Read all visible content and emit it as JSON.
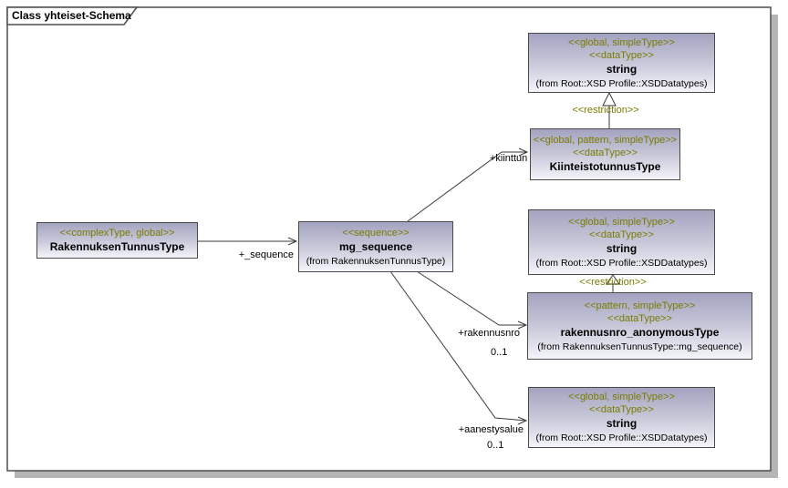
{
  "frame": {
    "title": "Class yhteiset-Schema"
  },
  "boxes": {
    "string_top": {
      "stereotypes": [
        "<<global, simpleType>>",
        "<<dataType>>"
      ],
      "name": "string",
      "from": "(from Root::XSD Profile::XSDDatatypes)"
    },
    "kiinteistotunnus": {
      "stereotypes": [
        "<<global, pattern, simpleType>>",
        "<<dataType>>"
      ],
      "name": "KiinteistotunnusType"
    },
    "rakennuksen_tunnus": {
      "stereotypes": [
        "<<complexType, global>>"
      ],
      "name": "RakennuksenTunnusType"
    },
    "mg_sequence": {
      "stereotypes": [
        "<<sequence>>"
      ],
      "name": "mg_sequence",
      "from": "(from RakennuksenTunnusType)"
    },
    "string_mid": {
      "stereotypes": [
        "<<global, simpleType>>",
        "<<dataType>>"
      ],
      "name": "string",
      "from": "(from Root::XSD Profile::XSDDatatypes)"
    },
    "rakennusnro_anonymous": {
      "stereotypes": [
        "<<pattern, simpleType>>",
        "<<dataType>>"
      ],
      "name": "rakennusnro_anonymousType",
      "from": "(from RakennuksenTunnusType::mg_sequence)"
    },
    "string_bottom": {
      "stereotypes": [
        "<<global, simpleType>>",
        "<<dataType>>"
      ],
      "name": "string",
      "from": "(from Root::XSD Profile::XSDDatatypes)"
    }
  },
  "edges": {
    "sequence": {
      "label": "+_sequence"
    },
    "kiinttun": {
      "label": "+kiinttun"
    },
    "rakennusnro": {
      "label": "+rakennusnro",
      "multiplicity": "0..1"
    },
    "aanestysalue": {
      "label": "+aanestysalue",
      "multiplicity": "0..1"
    },
    "restriction_top": {
      "label": "<<restriction>>"
    },
    "restriction_mid": {
      "label": "<<restriction>>"
    }
  },
  "colors": {
    "stereotype_text": "#7b7b00",
    "box_border": "#4a4a4a",
    "box_gradient_top": "#a3a3c0",
    "box_gradient_bottom": "#f4f4fa",
    "connector": "#3a3a3a",
    "frame_border": "#4d4d4d",
    "shadow": "#b5b5b5"
  }
}
